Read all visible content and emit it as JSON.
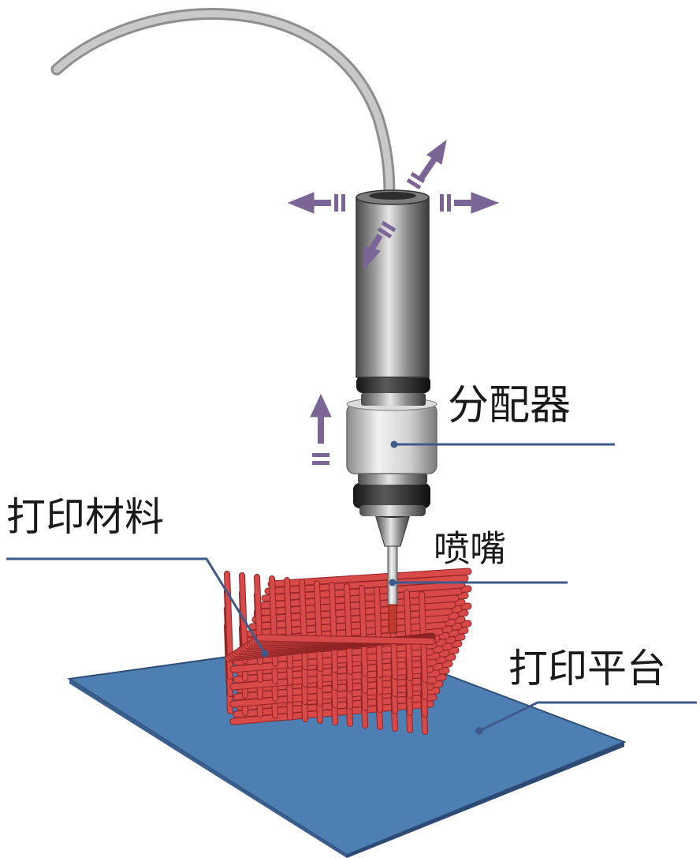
{
  "labels": {
    "dispenser": "分配器",
    "nozzle": "喷嘴",
    "print_material": "打印材料",
    "print_platform": "打印平台"
  },
  "colors": {
    "platform": "#4e7fb2",
    "material": "#d84a4a",
    "arrow": "#7a6596",
    "leader_line": "#3d5a8c",
    "tube": "#b4b4b4"
  }
}
